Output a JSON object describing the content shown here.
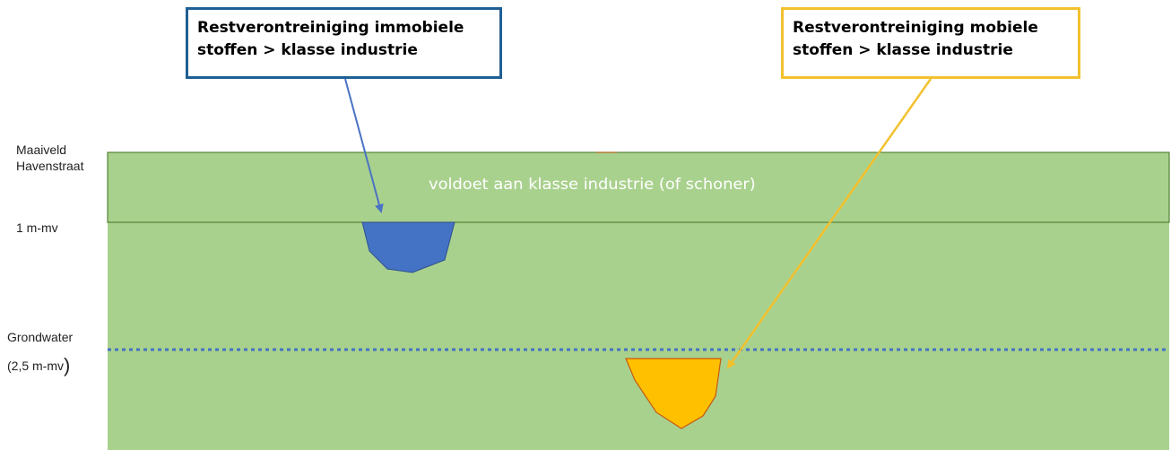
{
  "callouts": {
    "immobile": {
      "line1": "Restverontreiniging immobiele",
      "line2": "stoffen > klasse industrie",
      "border_color": "#1f5f93",
      "arrow_color": "#4a72c4"
    },
    "mobile": {
      "line1": "Restverontreiniging mobiele",
      "line2": "stoffen > klasse industrie",
      "border_color": "#f2c12e",
      "arrow_color": "#f2c12e"
    }
  },
  "labels": {
    "maaiveld": "Maaiveld",
    "havenstraat": "Havenstraat",
    "one_m": "1 m-mv",
    "grondwater": "Grondwater",
    "depth": "(2,5 m-mv",
    "depth_paren": ")"
  },
  "layers": {
    "top_band_text": "voldoet aan klasse industrie (of schoner)",
    "soil_color": "#a9d18e",
    "band_border_color": "#548235",
    "groundwater_line_color": "#4472c4"
  },
  "contaminations": {
    "immobile_color": "#4472c4",
    "mobile_color": "#ffc000",
    "mobile_outline": "#c55a11"
  }
}
